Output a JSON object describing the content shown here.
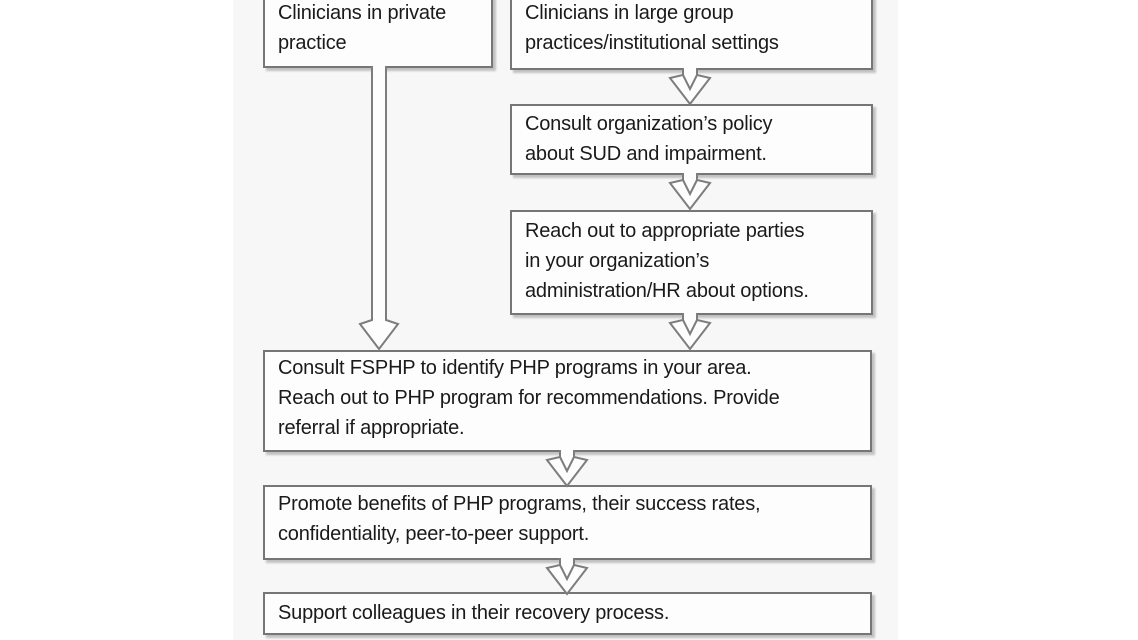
{
  "figure": {
    "type": "flowchart",
    "colors": {
      "panel_background": "#f7f7f7",
      "node_fill": "#fdfdfd",
      "node_border": "#767676",
      "text": "#1a1a1a"
    },
    "nodes": [
      {
        "id": "private-practice",
        "text": "Clinicians in private practice",
        "lines": [
          "Clinicians in private",
          "practice"
        ]
      },
      {
        "id": "large-group",
        "text": "Clinicians in large group practices/institutional settings",
        "lines": [
          "Clinicians in large group",
          "practices/institutional settings"
        ]
      },
      {
        "id": "org-policy",
        "text": "Consult organization’s policy about SUD and impairment.",
        "lines": [
          "Consult organization’s policy",
          "about SUD and impairment."
        ]
      },
      {
        "id": "reach-out-admin",
        "text": "Reach out to appropriate parties in your organization’s administration/HR about options.",
        "lines": [
          "Reach out to appropriate parties",
          "in your organization’s",
          "administration/HR about options."
        ]
      },
      {
        "id": "consult-fsphp",
        "text": "Consult FSPHP to identify PHP programs in your area. Reach out to PHP program for recommendations. Provide referral if appropriate.",
        "lines": [
          "Consult FSPHP to identify PHP programs in your area.",
          "Reach out to PHP program for recommendations. Provide",
          "referral if appropriate."
        ]
      },
      {
        "id": "promote-benefits",
        "text": "Promote benefits of PHP programs, their success rates, confidentiality, peer-to-peer support.",
        "lines": [
          "Promote benefits of PHP programs, their success rates,",
          "confidentiality, peer-to-peer support."
        ]
      },
      {
        "id": "support-colleagues",
        "text": "Support colleagues in their recovery process.",
        "lines": [
          "Support colleagues in their recovery process."
        ]
      }
    ],
    "edges": [
      {
        "from": "private-practice",
        "to": "consult-fsphp"
      },
      {
        "from": "large-group",
        "to": "org-policy"
      },
      {
        "from": "org-policy",
        "to": "reach-out-admin"
      },
      {
        "from": "reach-out-admin",
        "to": "consult-fsphp"
      },
      {
        "from": "consult-fsphp",
        "to": "promote-benefits"
      },
      {
        "from": "promote-benefits",
        "to": "support-colleagues"
      }
    ]
  }
}
